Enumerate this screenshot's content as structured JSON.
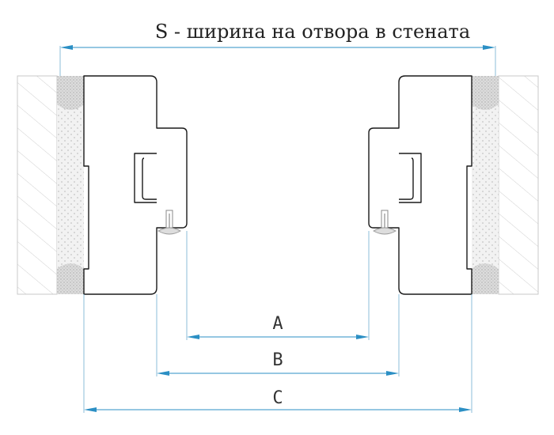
{
  "title": "S - ширина на отвора в стената",
  "dimensions": {
    "a": "A",
    "b": "B",
    "c": "C"
  },
  "colors": {
    "dimension_line": "#2b8fc4",
    "wall_hatch": "#cfcfcf",
    "foam": "#d9d9d9",
    "frame_outline": "#1a1a1a"
  }
}
